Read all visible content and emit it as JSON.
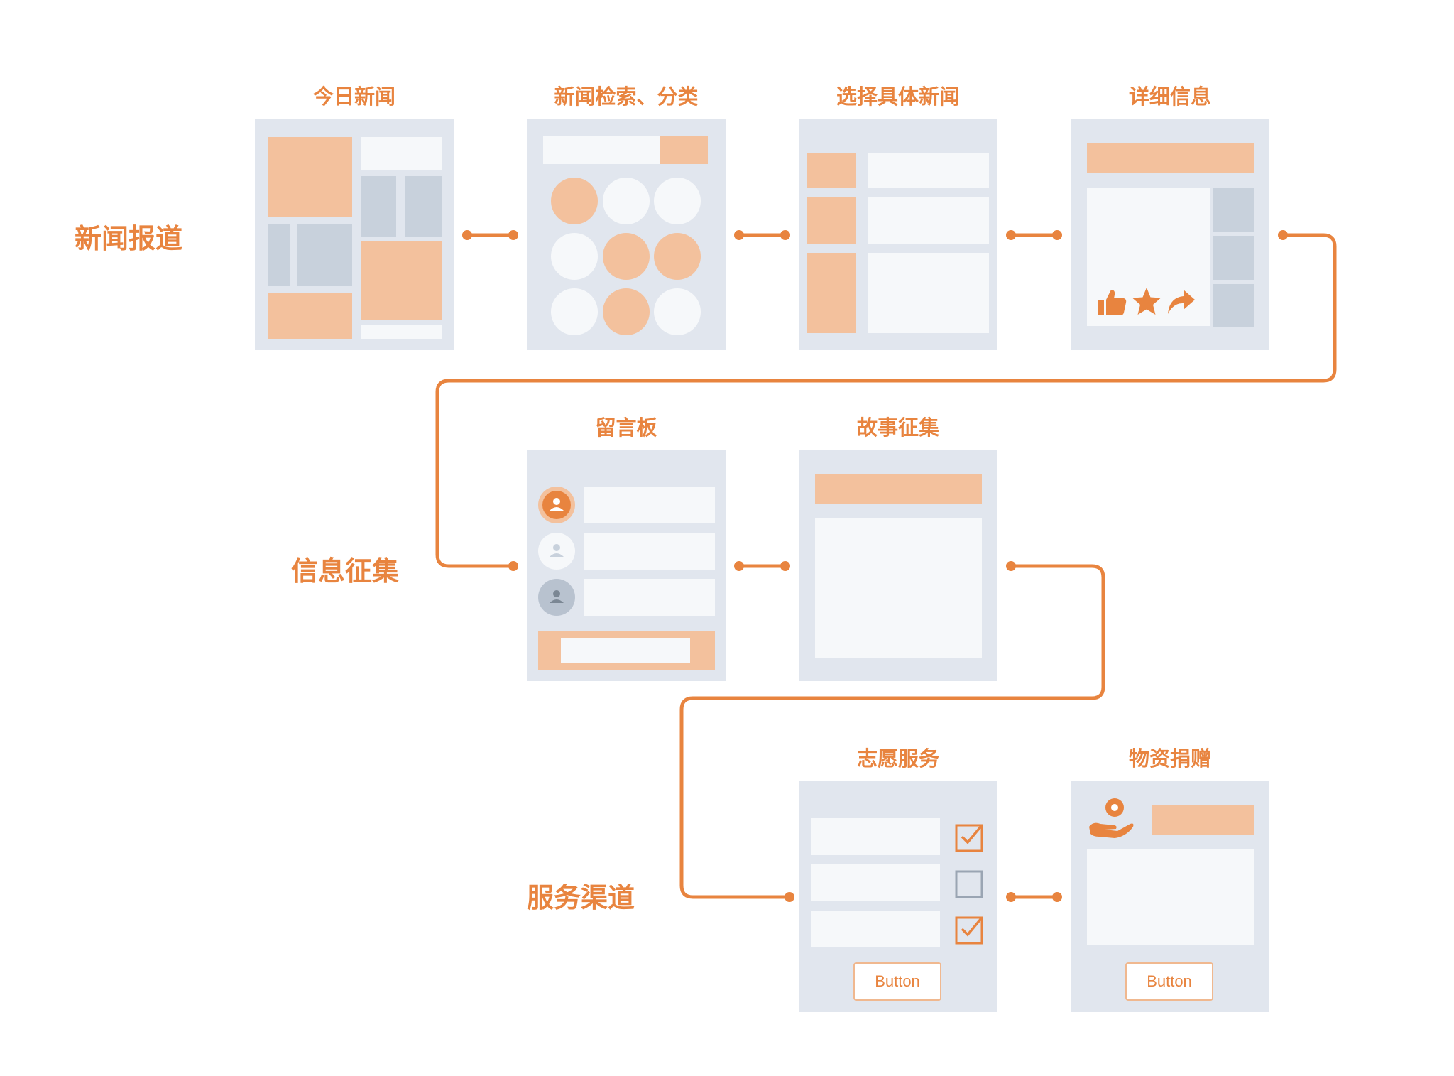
{
  "sections": [
    {
      "label": "新闻报道"
    },
    {
      "label": "信息征集"
    },
    {
      "label": "服务渠道"
    }
  ],
  "cards": {
    "today_news": {
      "title": "今日新闻"
    },
    "news_search": {
      "title": "新闻检索、分类"
    },
    "select_news": {
      "title": "选择具体新闻"
    },
    "details": {
      "title": "详细信息"
    },
    "message_board": {
      "title": "留言板"
    },
    "story_collection": {
      "title": "故事征集"
    },
    "volunteer_service": {
      "title": "志愿服务",
      "button_label": "Button"
    },
    "material_donation": {
      "title": "物资捐赠",
      "button_label": "Button"
    }
  },
  "colors": {
    "accent": "#e8843f",
    "orange_block": "#f3c19d",
    "panel_bg": "#e1e6ee",
    "gray_block": "#c8d1dc",
    "white_block": "#f6f8fa"
  }
}
